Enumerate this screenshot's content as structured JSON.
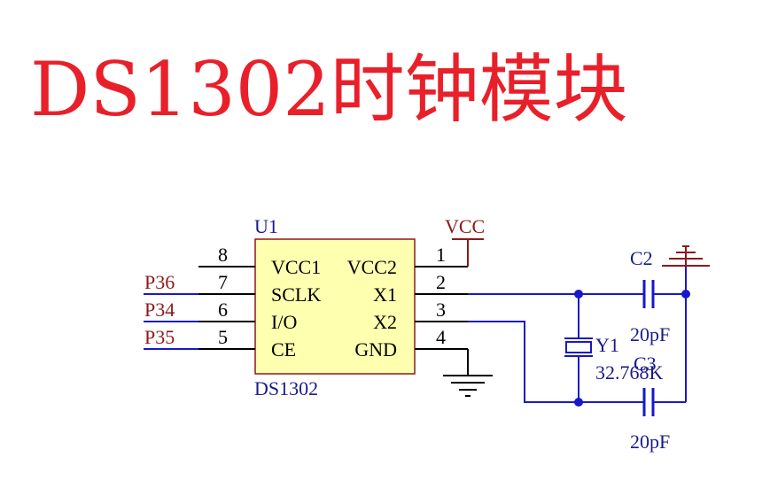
{
  "title": "DS1302时钟模块",
  "colors": {
    "title": "#e8202a",
    "wire": "#1818c8",
    "black": "#000000",
    "label_red": "#8b1a1a",
    "label_blue": "#1a1a8c",
    "chip_fill": "#ffffb0",
    "chip_stroke": "#8b1a1a"
  },
  "chip": {
    "designator": "U1",
    "part": "DS1302",
    "left_pins": [
      {
        "number": "8",
        "name": "VCC1"
      },
      {
        "number": "7",
        "name": "SCLK"
      },
      {
        "number": "6",
        "name": "I/O"
      },
      {
        "number": "5",
        "name": "CE"
      }
    ],
    "right_pins": [
      {
        "number": "1",
        "name": "VCC2"
      },
      {
        "number": "2",
        "name": "X1"
      },
      {
        "number": "3",
        "name": "X2"
      },
      {
        "number": "4",
        "name": "GND"
      }
    ]
  },
  "nets": {
    "p36": "P36",
    "p34": "P34",
    "p35": "P35",
    "vcc": "VCC"
  },
  "crystal": {
    "designator": "Y1",
    "value": "32.768K"
  },
  "capacitors": [
    {
      "designator": "C2",
      "value": "20pF"
    },
    {
      "designator": "C3",
      "value": "20pF"
    }
  ]
}
